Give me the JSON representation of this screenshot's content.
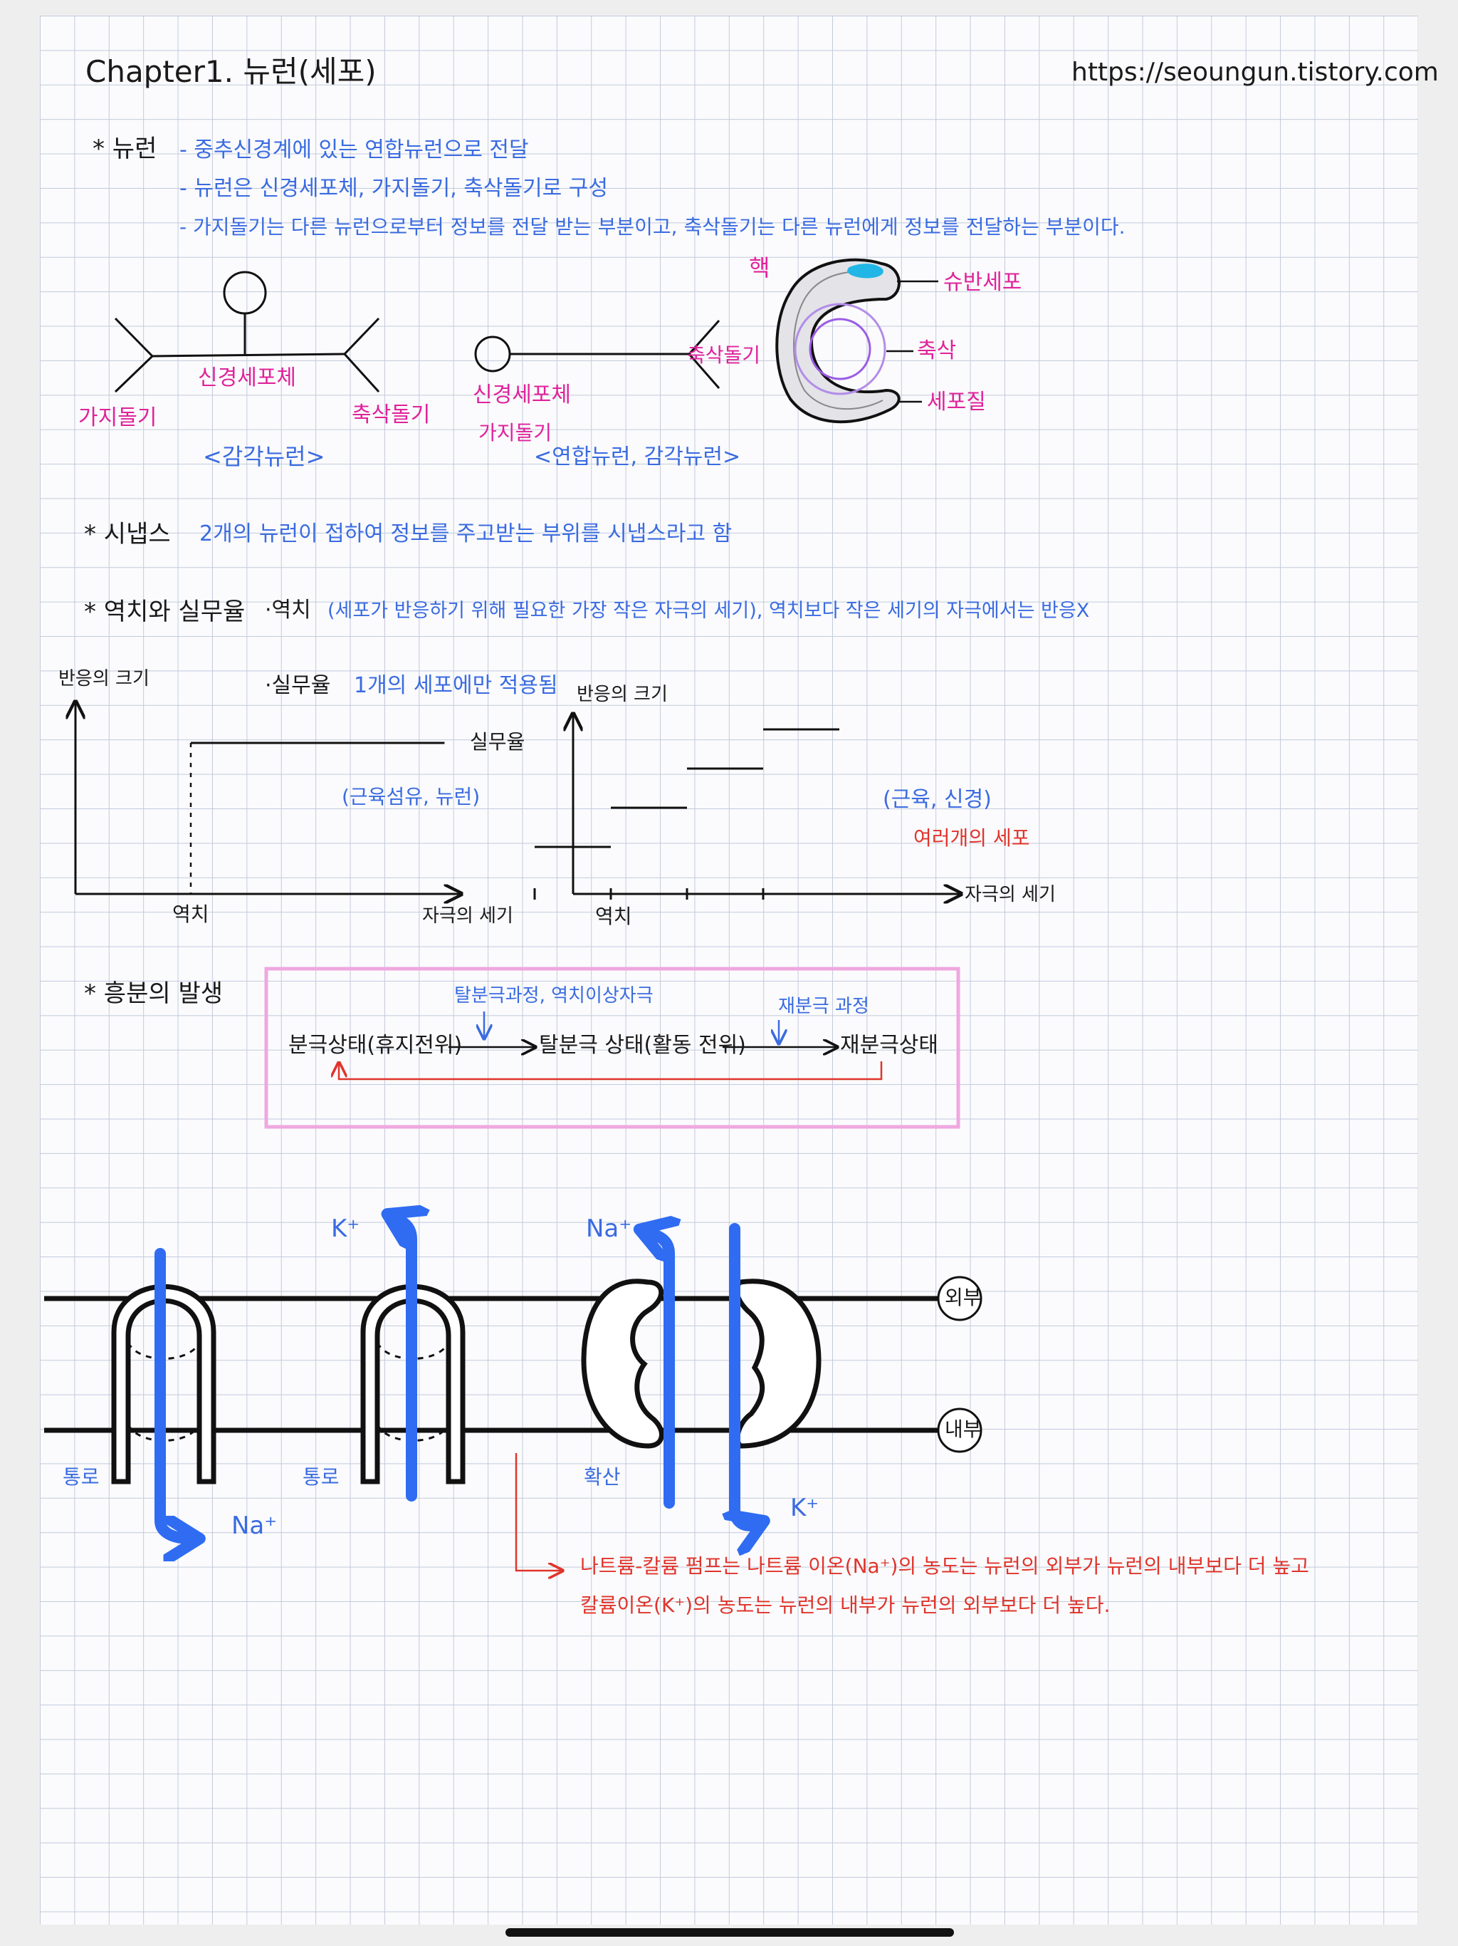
{
  "header": {
    "title": "Chapter1. 뉴런(세포)",
    "url": "https://seoungun.tistory.com"
  },
  "neuron": {
    "heading": "* 뉴런",
    "lines": [
      "- 중추신경계에 있는 연합뉴런으로 전달",
      "- 뉴런은 신경세포체, 가지돌기, 축삭돌기로 구성",
      "- 가지돌기는 다른 뉴런으로부터 정보를 전달 받는 부분이고, 축삭돌기는 다른 뉴런에게 정보를 전달하는 부분이다."
    ],
    "diagram1": {
      "cell_body": "신경세포체",
      "dendrite": "가지돌기",
      "axon": "축삭돌기",
      "caption": "<감각뉴런>"
    },
    "diagram2": {
      "axon": "축삭돌기",
      "cell_body": "신경세포체",
      "dendrite": "가지돌기",
      "caption": "<연합뉴런, 감각뉴런>"
    },
    "diagram3": {
      "nucleus": "핵",
      "schwann": "슈반세포",
      "axon": "축삭",
      "cytoplasm": "세포질"
    }
  },
  "synapse": {
    "heading": "* 시냅스",
    "text": "2개의 뉴런이 접하여 정보를 주고받는 부위를 시냅스라고 함"
  },
  "threshold": {
    "heading": "* 역치와 실무율",
    "threshold_label": "·역치",
    "threshold_text": "(세포가 반응하기 위해 필요한 가장 작은 자극의 세기), 역치보다 작은 세기의 자극에서는 반응X",
    "allornone_label": "·실무율",
    "allornone_text": "1개의 세포에만 적용됨"
  },
  "chart_data": [
    {
      "type": "line",
      "ylabel": "반응의 크기",
      "xlabel": "자극의 세기",
      "x_tick": "역치",
      "line_label": "실무율",
      "annotation": "(근육섬유, 뉴런)",
      "series": [
        {
          "x": [
            0,
            1,
            1,
            3.2
          ],
          "y": [
            0,
            0,
            1,
            1
          ]
        }
      ]
    },
    {
      "type": "line",
      "ylabel": "반응의 크기",
      "xlabel": "자극의 세기",
      "x_tick": "역치",
      "annotation": "(근육, 신경)",
      "note": "여러개의 세포",
      "steps": [
        {
          "x": [
            0,
            1
          ],
          "y": 1
        },
        {
          "x": [
            1,
            2
          ],
          "y": 2
        },
        {
          "x": [
            2,
            3
          ],
          "y": 3
        },
        {
          "x": [
            3,
            4
          ],
          "y": 4
        }
      ]
    }
  ],
  "excitation": {
    "heading": "* 흥분의 발생",
    "state1": "분극상태(휴지전위)",
    "state2": "탈분극 상태(활동 전위)",
    "state3": "재분극상태",
    "label1": "탈분극과정, 역치이상자극",
    "label2": "재분극 과정"
  },
  "membrane": {
    "k1": "K⁺",
    "na1": "Na⁺",
    "na2": "Na⁺",
    "k2": "K⁺",
    "outside": "외부",
    "inside": "내부",
    "channel1": "통로",
    "channel2": "통로",
    "diffusion": "확산",
    "pump_line1": "나트륨-칼륨 펌프는 나트륨 이온(Na⁺)의 농도는 뉴런의 외부가 뉴런의 내부보다 더 높고",
    "pump_line2": "칼륨이온(K⁺)의 농도는 뉴런의 내부가 뉴런의 외부보다 더 높다."
  },
  "colors": {
    "blue": "#3a6be0",
    "pink": "#e0229a",
    "red": "#e0342b",
    "arrow_blue": "#2f6cf2"
  }
}
